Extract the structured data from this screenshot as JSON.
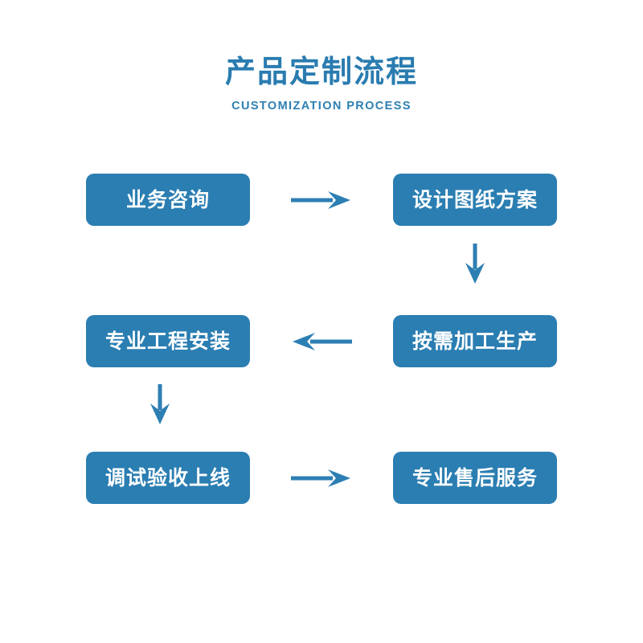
{
  "header": {
    "title": "产品定制流程",
    "subtitle": "CUSTOMIZATION PROCESS",
    "title_color": "#2a7cb0",
    "subtitle_color": "#2d7fb3"
  },
  "theme": {
    "background": "#ffffff",
    "node_fill": "#2b7eb2",
    "node_text": "#ffffff",
    "arrow_color": "#2d7fb3"
  },
  "flow": {
    "steps": [
      {
        "order": 1,
        "label": "业务咨询",
        "row": 1,
        "column": "left"
      },
      {
        "order": 2,
        "label": "设计图纸方案",
        "row": 1,
        "column": "right"
      },
      {
        "order": 3,
        "label": "按需加工生产",
        "row": 2,
        "column": "right"
      },
      {
        "order": 4,
        "label": "专业工程安装",
        "row": 2,
        "column": "left"
      },
      {
        "order": 5,
        "label": "调试验收上线",
        "row": 3,
        "column": "left"
      },
      {
        "order": 6,
        "label": "专业售后服务",
        "row": 3,
        "column": "right"
      }
    ],
    "connectors": [
      {
        "id": "c1",
        "from": "业务咨询",
        "to": "设计图纸方案",
        "direction": "right",
        "icon": "arrow-right-icon"
      },
      {
        "id": "c2",
        "from": "设计图纸方案",
        "to": "按需加工生产",
        "direction": "down",
        "icon": "arrow-down-icon"
      },
      {
        "id": "c3",
        "from": "按需加工生产",
        "to": "专业工程安装",
        "direction": "left",
        "icon": "arrow-left-icon"
      },
      {
        "id": "c4",
        "from": "专业工程安装",
        "to": "调试验收上线",
        "direction": "down",
        "icon": "arrow-down-icon"
      },
      {
        "id": "c5",
        "from": "调试验收上线",
        "to": "专业售后服务",
        "direction": "right",
        "icon": "arrow-right-icon"
      }
    ]
  }
}
